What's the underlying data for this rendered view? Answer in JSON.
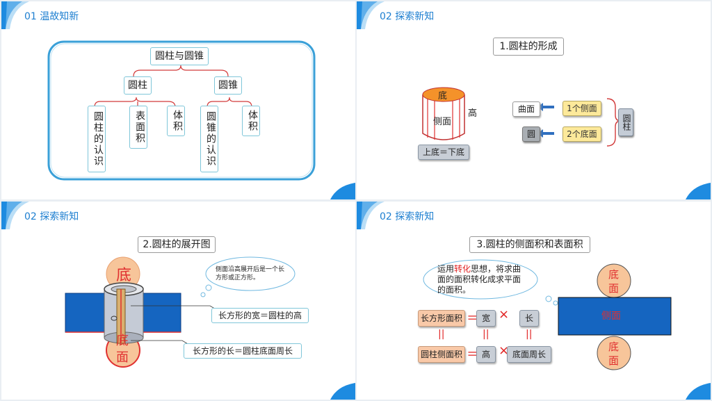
{
  "slide1": {
    "title": "01  温故知新",
    "root": "圆柱与圆锥",
    "cylinder": "圆柱",
    "cone": "圆锥",
    "cyl_items": [
      "圆柱的认识",
      "表面积",
      "体积"
    ],
    "cone_items": [
      "圆锥的认识",
      "体积"
    ]
  },
  "slide2": {
    "title": "02  探索新知",
    "heading": "1.圆柱的形成",
    "cyl_top": "底",
    "cyl_side": "侧面",
    "height": "高",
    "equal_base": "上底＝下底",
    "curved": "曲面",
    "one_side": "1个侧面",
    "circle": "圆",
    "two_bases": "2个底面",
    "cylinder": "圆柱"
  },
  "slide3": {
    "title": "02  探索新知",
    "heading": "2.圆柱的展开图",
    "base_top": "底",
    "base_bottom_1": "底",
    "base_bottom_2": "面",
    "cloud": "侧面沿高展开后是一个长方形或正方形。",
    "width_eq": "长方形的宽＝圆柱的高",
    "length_eq": "长方形的长＝圆柱底面周长"
  },
  "slide4": {
    "title": "02  探索新知",
    "heading": "3.圆柱的侧面积和表面积",
    "cloud_pre": "运用",
    "cloud_key": "转化",
    "cloud_post": "思想，将求曲面的面积转化成求平面的面积。",
    "rect_area": "长方形面积",
    "width": "宽",
    "length": "长",
    "side_area": "圆柱侧面积",
    "height": "高",
    "circumference": "底面周长",
    "eq": "＝",
    "times": "×",
    "parallel": "||",
    "side": "侧面",
    "base_top_1": "底",
    "base_top_2": "面",
    "base_bot_1": "底",
    "base_bot_2": "面"
  },
  "colors": {
    "accent": "#1e7fd0",
    "red": "#e02020",
    "rect_blue": "#1565c0",
    "circle_peach": "#f7c59a"
  }
}
